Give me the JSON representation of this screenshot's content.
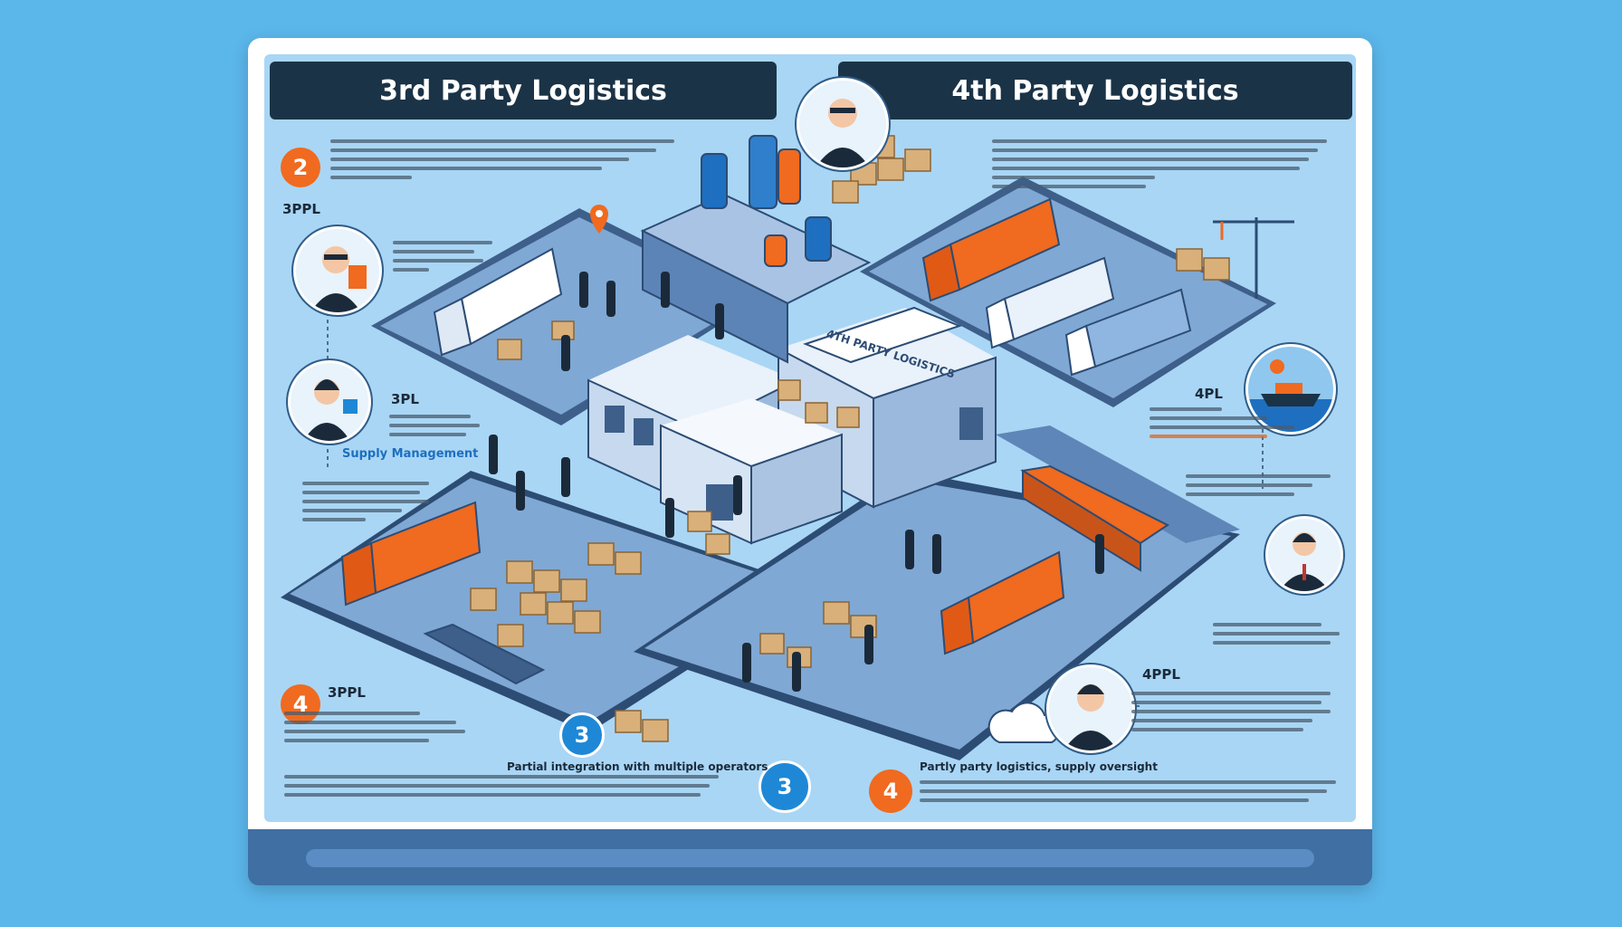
{
  "headers": {
    "left": "3rd Party Logistics",
    "right": "4th Party Logistics"
  },
  "badges": {
    "top_left": "2",
    "bottom_left": "4",
    "bottom_center_small": "3",
    "bottom_center_large": "3",
    "bottom_right": "4"
  },
  "labels": {
    "left_3pl_top": "3PPL",
    "left_3pl_mid": "3PL",
    "left_3pl_bottom": "3PPL",
    "left_supply": "Supply Management",
    "right_4pl": "4PL",
    "right_4pl_bottom": "4PPL",
    "bottom_center": "Partial integration with multiple operators",
    "bottom_right": "Partly party logistics, supply oversight",
    "sign_center": "4TH PARTY LOGISTICS"
  },
  "colors": {
    "accent_orange": "#f06a1f",
    "accent_blue": "#1e88d6",
    "header_dark": "#1b3347",
    "background": "#5bb6ea"
  },
  "icons": [
    "person-avatar-icon",
    "truck-icon",
    "box-icon",
    "warehouse-icon",
    "crane-icon",
    "ship-icon",
    "cloud-icon",
    "location-pin-icon"
  ]
}
